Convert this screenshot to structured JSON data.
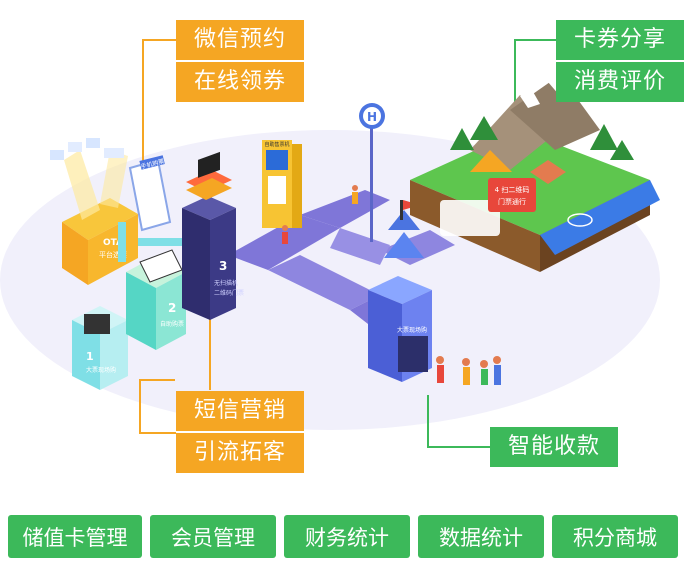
{
  "callouts": {
    "top_left": [
      "微信预约",
      "在线领券"
    ],
    "top_right": [
      "卡券分享",
      "消费评价"
    ],
    "mid_left": [
      "短信营销",
      "引流拓客"
    ],
    "bottom_right": [
      "智能收款"
    ]
  },
  "scene_labels": {
    "ota_box": [
      "OTA",
      "平台选票"
    ],
    "step1": [
      "1",
      "大票现场购"
    ],
    "step2": [
      "2",
      "自助购票"
    ],
    "step3": [
      "3",
      "无扫描机",
      "二维码门票"
    ],
    "step4": [
      "4 扫二维码",
      "门票通行"
    ],
    "phone": "手机购票",
    "kiosk_title": "自助售票机",
    "booth_sign": "大票现场购",
    "bus_sign": "H"
  },
  "features": [
    "储值卡管理",
    "会员管理",
    "财务统计",
    "数据统计",
    "积分商城"
  ],
  "colors": {
    "orange": "#f5a623",
    "green": "#3cb95a",
    "road": "#7a6fd6"
  }
}
